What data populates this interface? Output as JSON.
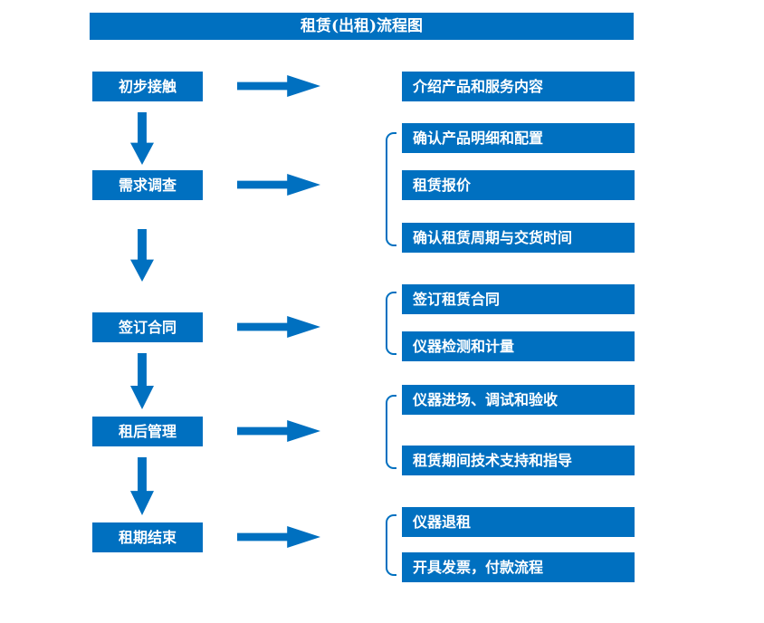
{
  "title": "租赁(出租)流程图",
  "colors": {
    "primary_blue": "#0070C0",
    "text_white": "#FFFFFF",
    "background": "#FFFFFF"
  },
  "stages": [
    {
      "label": "初步接触",
      "outputs": [
        "介绍产品和服务内容"
      ]
    },
    {
      "label": "需求调查",
      "outputs": [
        "确认产品明细和配置",
        "租赁报价",
        "确认租赁周期与交货时间"
      ]
    },
    {
      "label": "签订合同",
      "outputs": [
        "签订租赁合同",
        "仪器检测和计量"
      ]
    },
    {
      "label": "租后管理",
      "outputs": [
        "仪器进场、调试和验收",
        "租赁期间技术支持和指导"
      ]
    },
    {
      "label": "租期结束",
      "outputs": [
        "仪器退租",
        "开具发票，付款流程"
      ]
    }
  ]
}
